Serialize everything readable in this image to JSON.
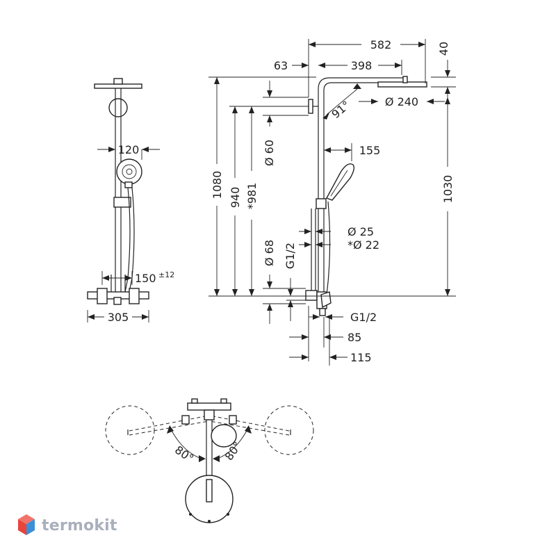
{
  "colors": {
    "line": "#222222",
    "logo_red": "#e8453c",
    "logo_blue": "#3a8fd9",
    "logo_text": "#a9b0bb"
  },
  "side_view": {
    "handshower_width": "120",
    "mixer_spacing": "150",
    "mixer_spacing_tol": "±12",
    "mixer_width": "305"
  },
  "front_view": {
    "overall_width": "582",
    "head_height": "40",
    "wall_offset": "63",
    "arm_length": "398",
    "angle": "91°",
    "head_diameter": "Ø 240",
    "pipe_diameter": "Ø 60",
    "handshower_reach": "155",
    "height_overall": "1080",
    "height_940": "940",
    "height_981": "*981",
    "height_1030": "1030",
    "rail_diameter": "Ø 25",
    "rail_diameter_alt": "*Ø 22",
    "escutcheon_diameter": "Ø 68",
    "inlet_thread": "G1/2",
    "outlet_thread": "G1/2",
    "depth_85": "85",
    "depth_115": "115"
  },
  "top_view": {
    "angle_left": "80°",
    "angle_right": "80°"
  },
  "logo": {
    "text": "termokit"
  }
}
